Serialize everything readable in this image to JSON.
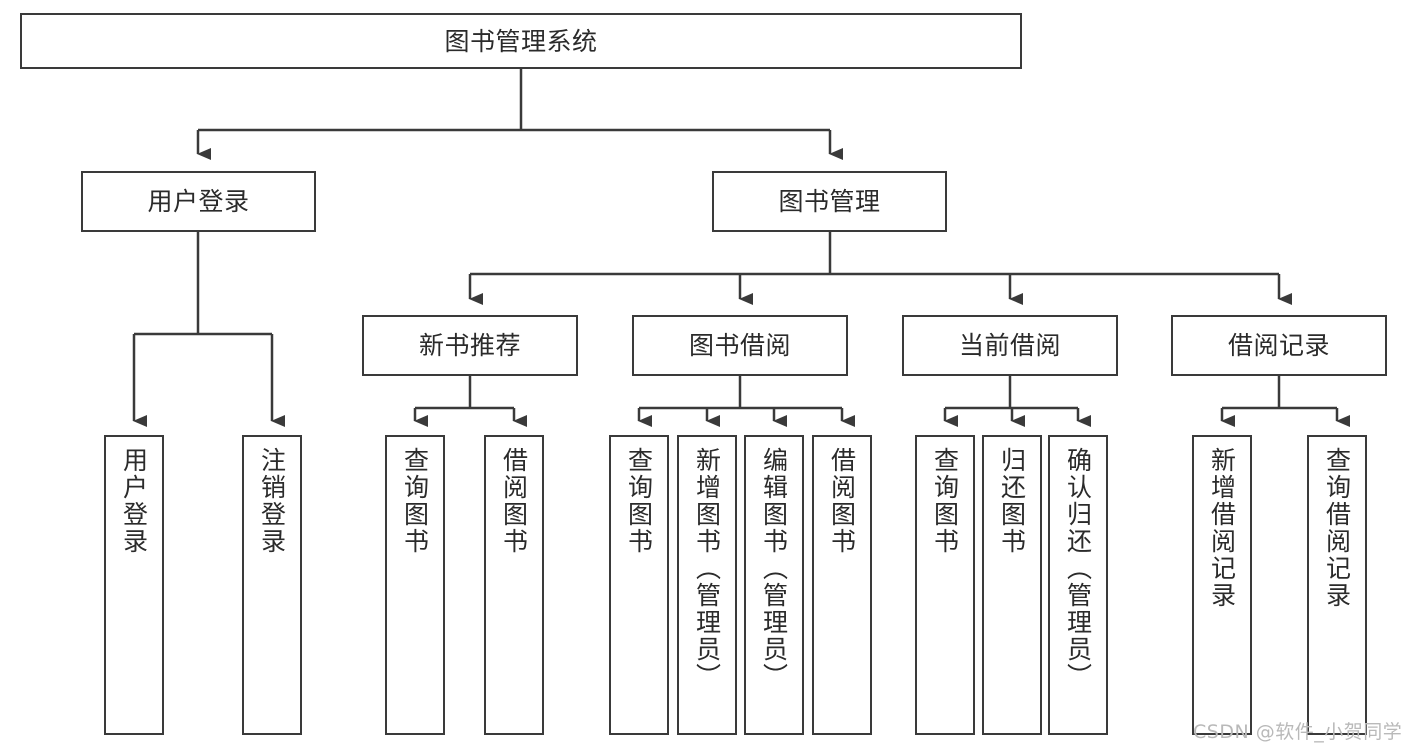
{
  "diagram": {
    "type": "tree-hierarchy",
    "title": "图书管理系统",
    "root": {
      "id": "root",
      "label": "图书管理系统",
      "orientation": "horizontal"
    },
    "level2": [
      {
        "id": "user-login",
        "label": "用户登录",
        "orientation": "horizontal"
      },
      {
        "id": "book-manage",
        "label": "图书管理",
        "orientation": "horizontal"
      }
    ],
    "level3": [
      {
        "id": "new-book-recommend",
        "label": "新书推荐",
        "orientation": "horizontal",
        "parent": "book-manage"
      },
      {
        "id": "book-borrow",
        "label": "图书借阅",
        "orientation": "horizontal",
        "parent": "book-manage"
      },
      {
        "id": "current-borrow",
        "label": "当前借阅",
        "orientation": "horizontal",
        "parent": "book-manage"
      },
      {
        "id": "borrow-record",
        "label": "借阅记录",
        "orientation": "horizontal",
        "parent": "book-manage"
      }
    ],
    "leaves": [
      {
        "id": "leaf-user-login",
        "label": "用户登录",
        "parent": "user-login",
        "orientation": "vertical"
      },
      {
        "id": "leaf-user-logout",
        "label": "注销登录",
        "parent": "user-login",
        "orientation": "vertical"
      },
      {
        "id": "leaf-query-book-1",
        "label": "查询图书",
        "parent": "new-book-recommend",
        "orientation": "vertical"
      },
      {
        "id": "leaf-borrow-book-1",
        "label": "借阅图书",
        "parent": "new-book-recommend",
        "orientation": "vertical"
      },
      {
        "id": "leaf-query-book-2",
        "label": "查询图书",
        "parent": "book-borrow",
        "orientation": "vertical"
      },
      {
        "id": "leaf-add-book",
        "label": "新增图书（管理员）",
        "parent": "book-borrow",
        "orientation": "vertical"
      },
      {
        "id": "leaf-edit-book",
        "label": "编辑图书（管理员）",
        "parent": "book-borrow",
        "orientation": "vertical"
      },
      {
        "id": "leaf-borrow-book-2",
        "label": "借阅图书",
        "parent": "book-borrow",
        "orientation": "vertical"
      },
      {
        "id": "leaf-query-book-3",
        "label": "查询图书",
        "parent": "current-borrow",
        "orientation": "vertical"
      },
      {
        "id": "leaf-return-book",
        "label": "归还图书",
        "parent": "current-borrow",
        "orientation": "vertical"
      },
      {
        "id": "leaf-confirm-return",
        "label": "确认归还（管理员）",
        "parent": "current-borrow",
        "orientation": "vertical"
      },
      {
        "id": "leaf-add-record",
        "label": "新增借阅记录",
        "parent": "borrow-record",
        "orientation": "vertical"
      },
      {
        "id": "leaf-query-record",
        "label": "查询借阅记录",
        "parent": "borrow-record",
        "orientation": "vertical"
      }
    ],
    "colors": {
      "stroke": "#3a3a3a",
      "fill": "#ffffff",
      "text": "#2b2b2b",
      "watermark": "#b9b9b9"
    }
  },
  "watermark": {
    "text": "CSDN @软件_小贺同学"
  }
}
